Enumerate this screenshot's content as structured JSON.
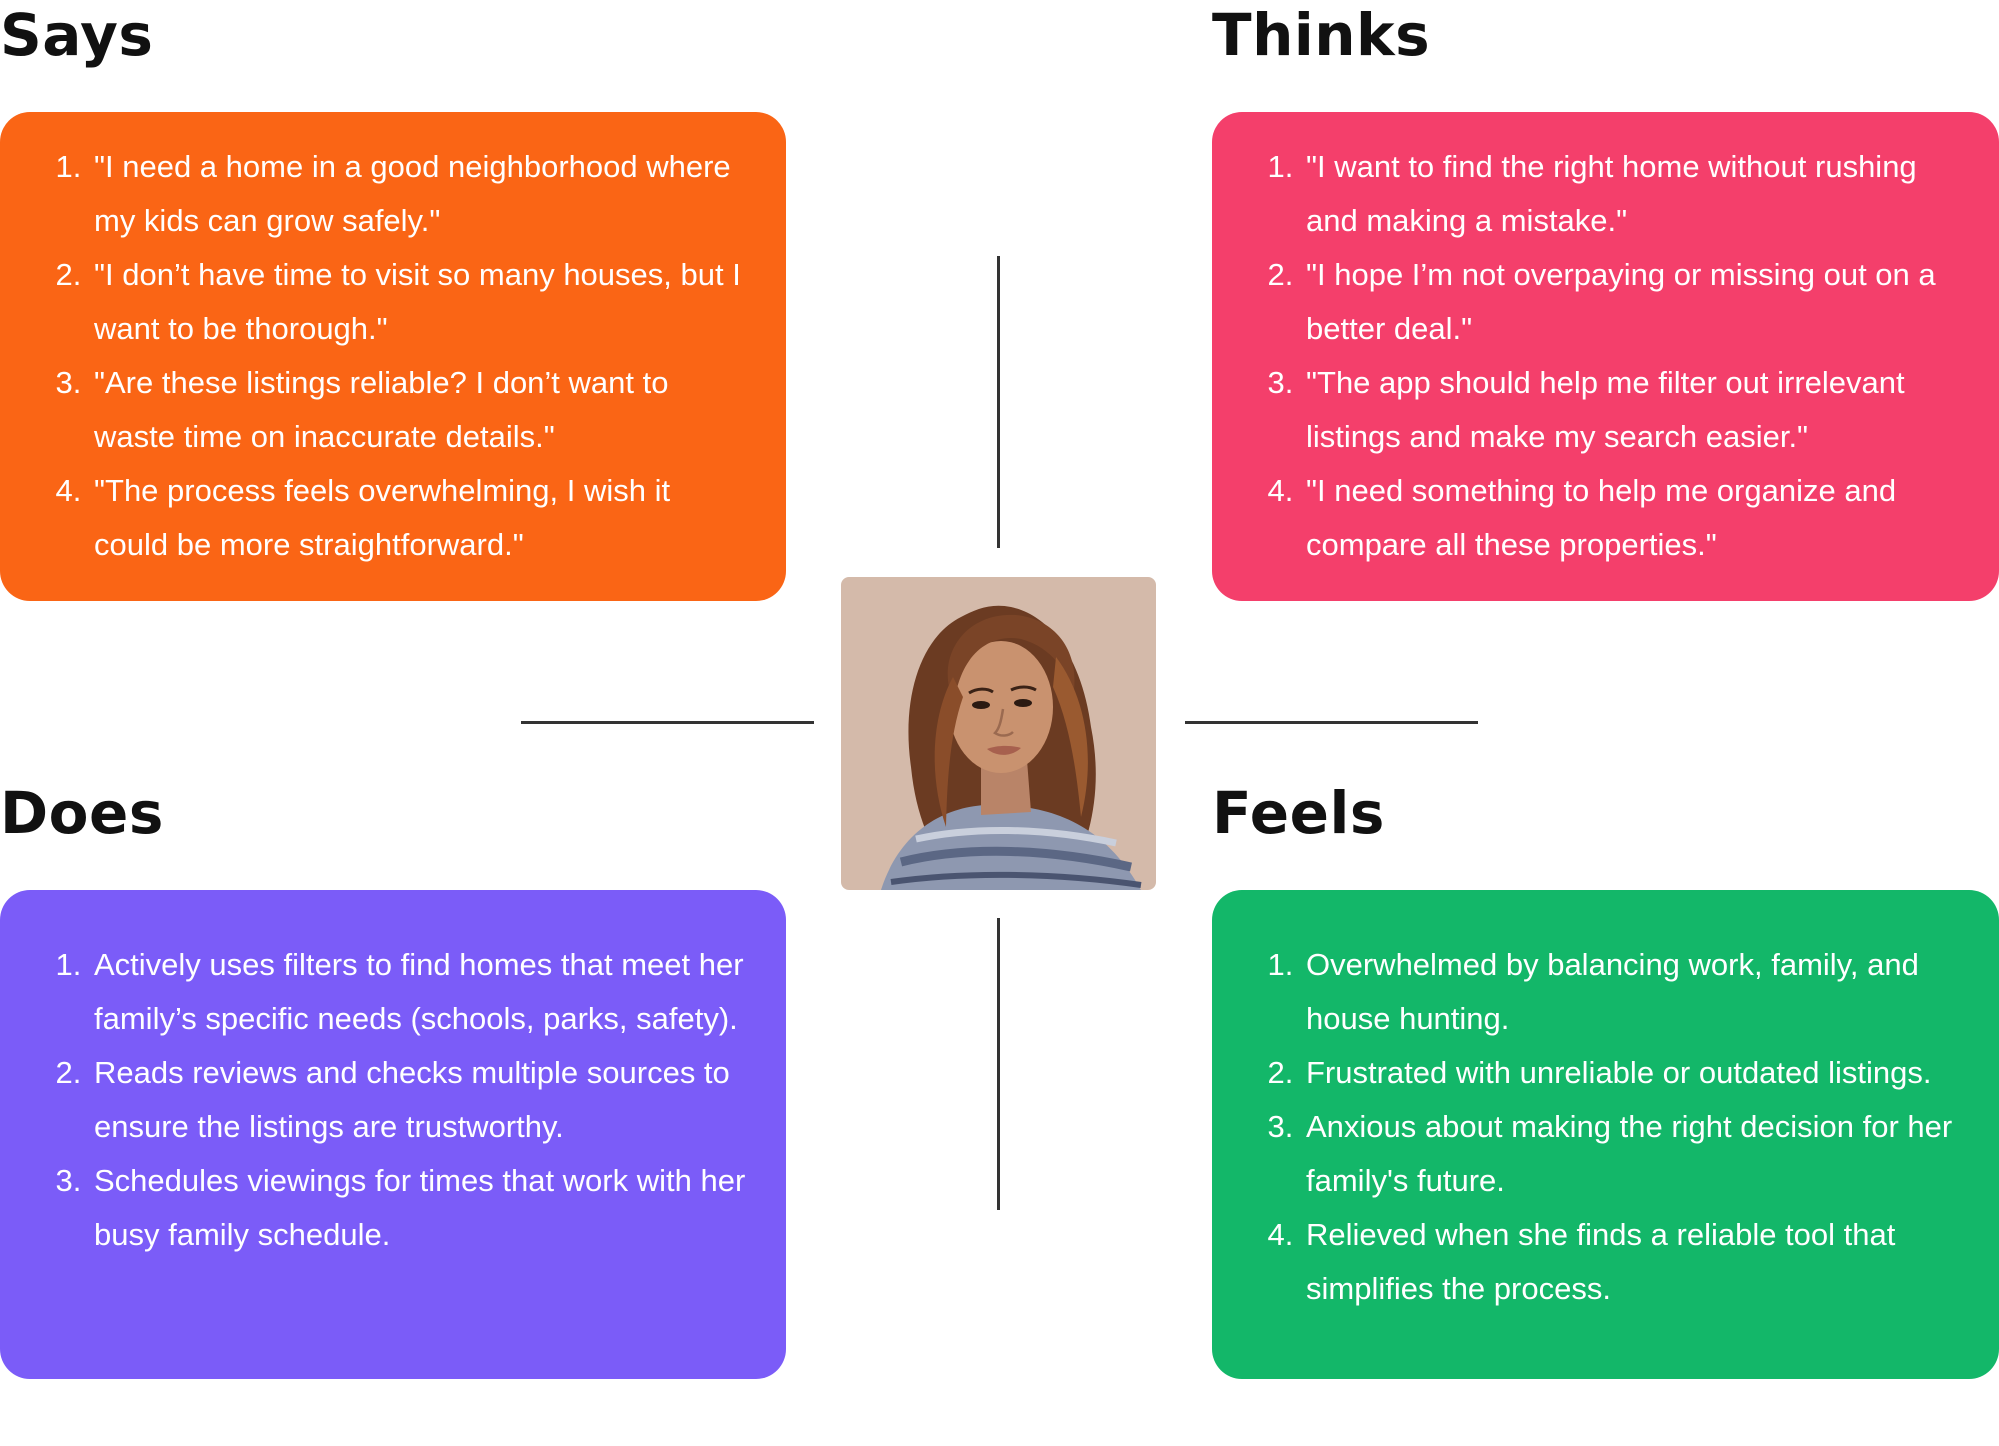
{
  "colors": {
    "says": "#FA6515",
    "thinks": "#F43F6B",
    "does": "#7B5CF8",
    "feels": "#13B769",
    "portrait_bg": "#D4BAAA"
  },
  "quadrants": {
    "says": {
      "title": "Says",
      "items": [
        "\"I need a home in a good neighborhood where my kids can grow safely.\"",
        "\"I don’t have time to visit so many houses, but I want to be thorough.\"",
        "\"Are these listings reliable? I don’t want to waste time on inaccurate details.\"",
        "\"The process feels overwhelming, I wish it could be more straightforward.\""
      ]
    },
    "thinks": {
      "title": "Thinks",
      "items": [
        "\"I want to find the right home without rushing and making a mistake.\"",
        "\"I hope I’m not overpaying or missing out on a better deal.\"",
        "\"The app should help me filter out irrelevant listings and make my search easier.\"",
        "\"I need something to help me organize and compare all these properties.\""
      ]
    },
    "does": {
      "title": "Does",
      "items": [
        "Actively uses filters to find homes that meet her family’s specific needs (schools, parks, safety).",
        "Reads reviews and checks multiple sources to ensure the listings are trustworthy.",
        "Schedules viewings for times that work with her busy family schedule."
      ]
    },
    "feels": {
      "title": "Feels",
      "items": [
        "Overwhelmed by balancing work, family, and house hunting.",
        "Frustrated with unreliable or outdated listings.",
        "Anxious about making the right decision for her family's future.",
        "Relieved when she finds a reliable tool that simplifies the process."
      ]
    }
  }
}
